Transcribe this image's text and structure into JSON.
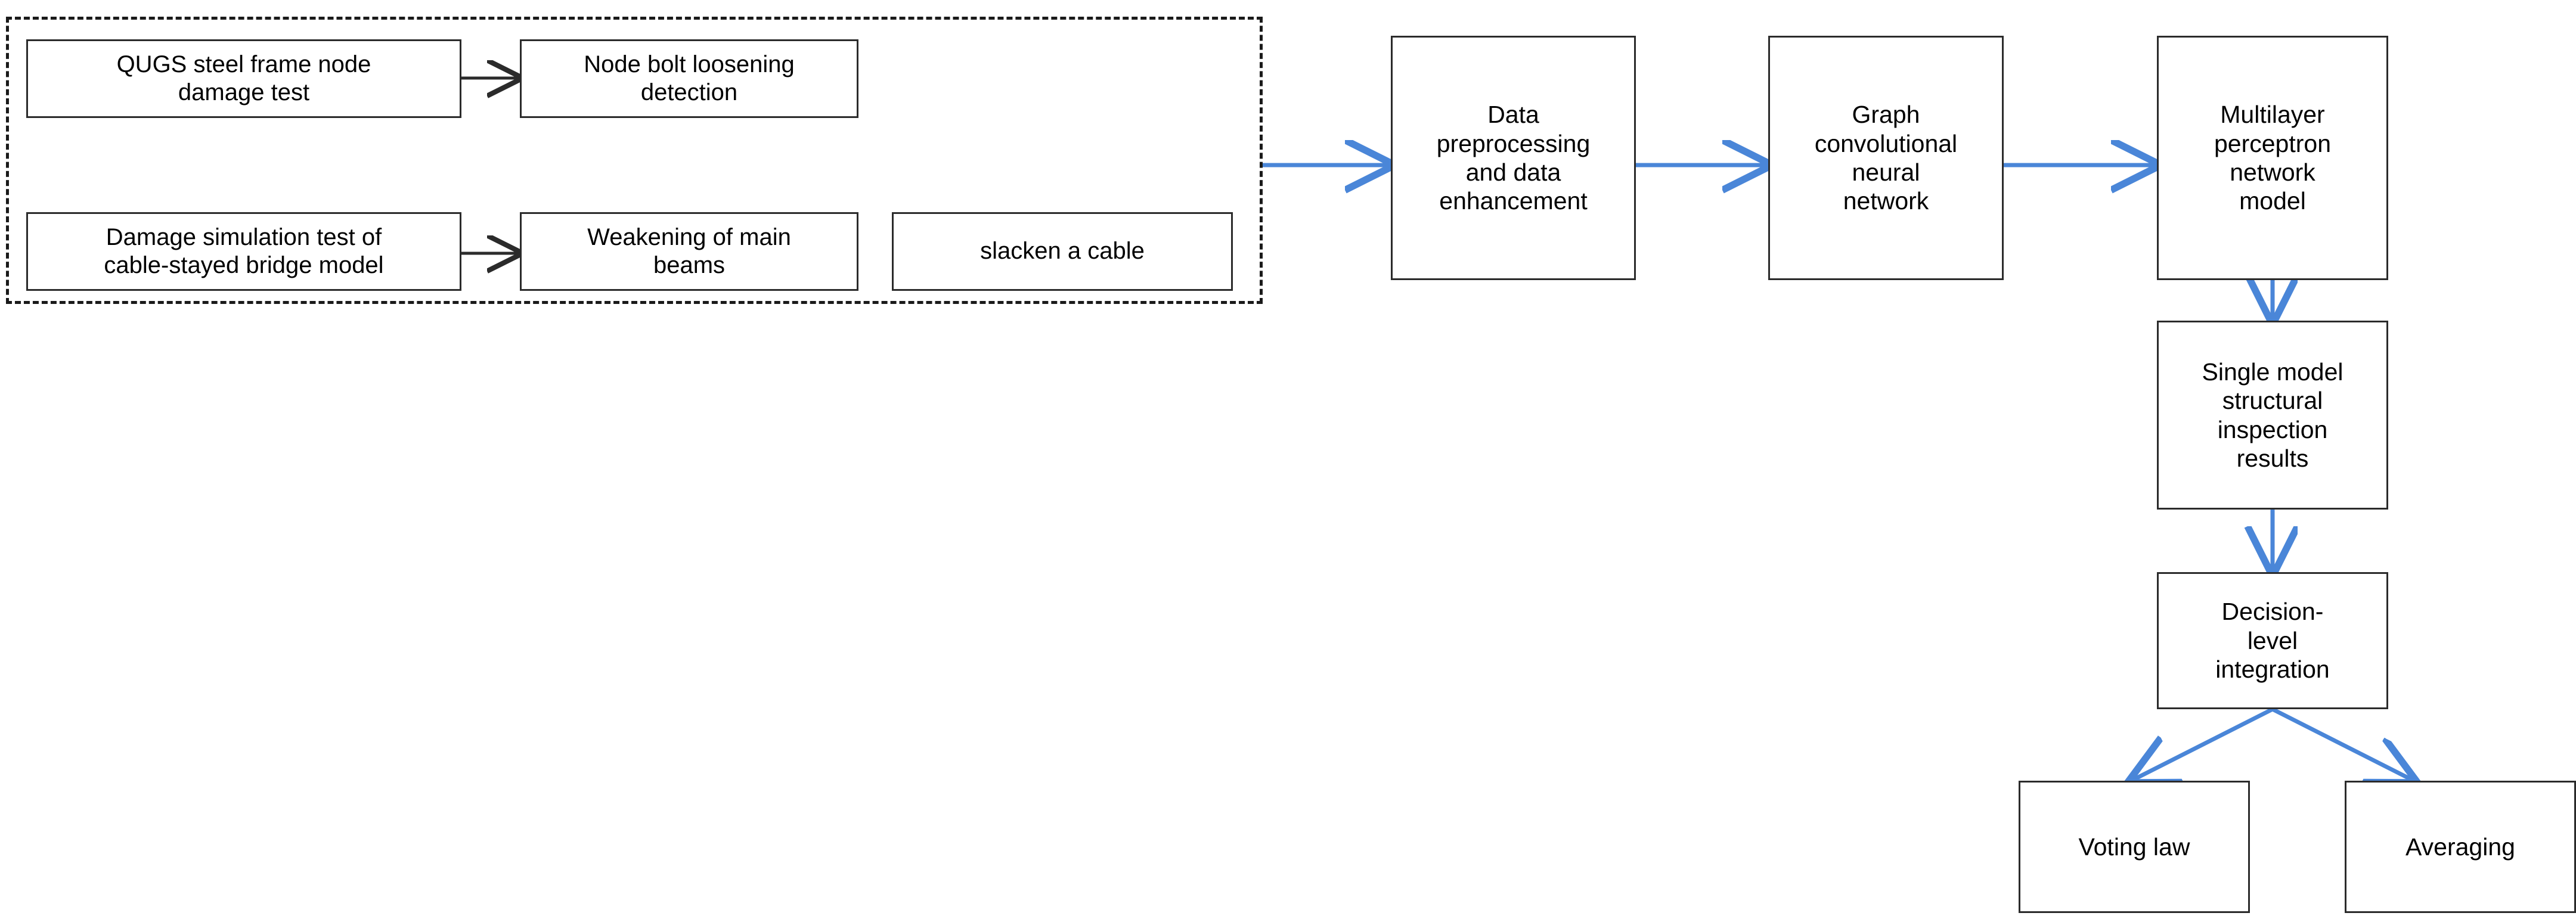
{
  "diagram": {
    "title": "Structural damage detection pipeline flowchart",
    "colors": {
      "box_border": "#2b2b2b",
      "box_fill": "#ffffff",
      "group_border": "#1a1a1a",
      "arrow_blue": "#4a86d8",
      "arrow_black": "#2b2b2b",
      "text": "#000000"
    },
    "group": {
      "name": "experiment-group",
      "style": "dashed"
    },
    "nodes": [
      {
        "id": "qugs-test",
        "label": "QUGS steel frame node\ndamage test"
      },
      {
        "id": "bolt-detection",
        "label": "Node bolt loosening\ndetection"
      },
      {
        "id": "cable-bridge-test",
        "label": "Damage simulation test of\ncable-stayed bridge model"
      },
      {
        "id": "beam-weakening",
        "label": "Weakening of main\nbeams"
      },
      {
        "id": "slacken-cable",
        "label": "slacken a cable"
      },
      {
        "id": "data-preprocessing",
        "label": "Data\npreprocessing\nand data\nenhancement"
      },
      {
        "id": "gcn",
        "label": "Graph\nconvolutional\nneural\nnetwork"
      },
      {
        "id": "mlp",
        "label": "Multilayer\nperceptron\nnetwork\nmodel"
      },
      {
        "id": "single-model-results",
        "label": "Single model\nstructural\ninspection\nresults"
      },
      {
        "id": "decision-integration",
        "label": "Decision-\nlevel\nintegration"
      },
      {
        "id": "voting-law",
        "label": "Voting law"
      },
      {
        "id": "averaging",
        "label": "Averaging"
      }
    ],
    "edges": [
      {
        "from": "qugs-test",
        "to": "bolt-detection",
        "color": "black"
      },
      {
        "from": "cable-bridge-test",
        "to": "beam-weakening",
        "color": "black"
      },
      {
        "from": "experiment-group",
        "to": "data-preprocessing",
        "color": "blue"
      },
      {
        "from": "data-preprocessing",
        "to": "gcn",
        "color": "blue"
      },
      {
        "from": "gcn",
        "to": "mlp",
        "color": "blue"
      },
      {
        "from": "mlp",
        "to": "single-model-results",
        "color": "blue"
      },
      {
        "from": "single-model-results",
        "to": "decision-integration",
        "color": "blue"
      },
      {
        "from": "decision-integration",
        "to": "voting-law",
        "color": "blue"
      },
      {
        "from": "decision-integration",
        "to": "averaging",
        "color": "blue"
      }
    ]
  }
}
